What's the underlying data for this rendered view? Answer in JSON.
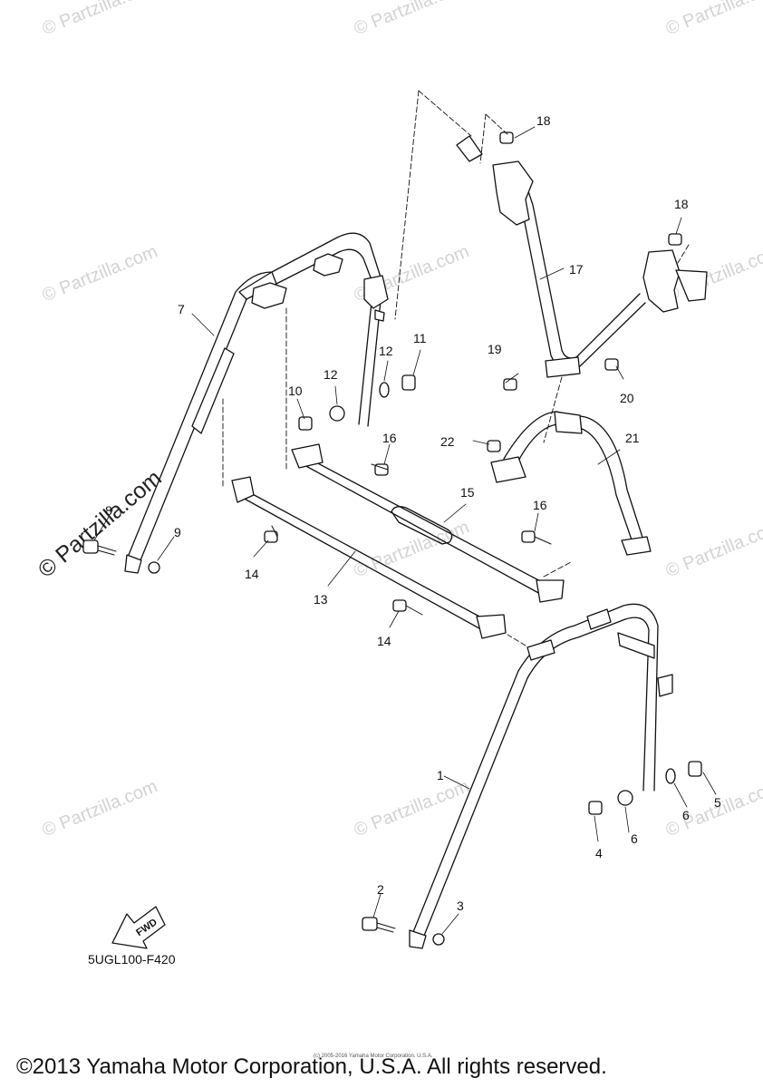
{
  "watermark": "© Partzilla.com",
  "watermark_large": "© Partzilla.com",
  "diagram_code": "5UGL100-F420",
  "fwd_label": "FWD",
  "small_copyright": "(c) 2005-2016 Yamaha Motor Corporation, U.S.A.",
  "copyright": "©2013 Yamaha Motor Corporation, U.S.A. All rights reserved.",
  "callouts": [
    {
      "id": "c1",
      "label": "1"
    },
    {
      "id": "c2",
      "label": "2"
    },
    {
      "id": "c3",
      "label": "3"
    },
    {
      "id": "c4",
      "label": "4"
    },
    {
      "id": "c5",
      "label": "5"
    },
    {
      "id": "c6a",
      "label": "6"
    },
    {
      "id": "c6b",
      "label": "6"
    },
    {
      "id": "c7",
      "label": "7"
    },
    {
      "id": "c8",
      "label": "8"
    },
    {
      "id": "c9",
      "label": "9"
    },
    {
      "id": "c10",
      "label": "10"
    },
    {
      "id": "c11",
      "label": "11"
    },
    {
      "id": "c12a",
      "label": "12"
    },
    {
      "id": "c12b",
      "label": "12"
    },
    {
      "id": "c13",
      "label": "13"
    },
    {
      "id": "c14a",
      "label": "14"
    },
    {
      "id": "c14b",
      "label": "14"
    },
    {
      "id": "c15",
      "label": "15"
    },
    {
      "id": "c16a",
      "label": "16"
    },
    {
      "id": "c16b",
      "label": "16"
    },
    {
      "id": "c17",
      "label": "17"
    },
    {
      "id": "c18a",
      "label": "18"
    },
    {
      "id": "c18b",
      "label": "18"
    },
    {
      "id": "c19",
      "label": "19"
    },
    {
      "id": "c20",
      "label": "20"
    },
    {
      "id": "c21",
      "label": "21"
    },
    {
      "id": "c22",
      "label": "22"
    }
  ]
}
